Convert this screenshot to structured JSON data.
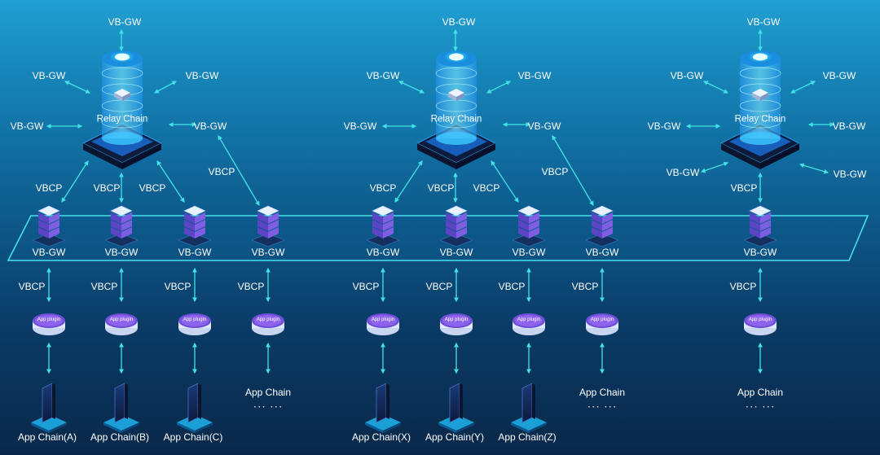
{
  "labels": {
    "vb_gw": "VB-GW",
    "vbcp": "VBCP",
    "relay_chain": "Relay Chain",
    "app_plugin": "App plugin",
    "app_chain": "App Chain",
    "ellipsis": "··· ···"
  },
  "groups": [
    {
      "relay": "Relay Chain",
      "gateways": [
        {
          "gw": "VB-GW",
          "vbcp": "VBCP",
          "plugin": "App plugin",
          "chain": "App Chain(A)",
          "device": true
        },
        {
          "gw": "VB-GW",
          "vbcp": "VBCP",
          "plugin": "App plugin",
          "chain": "App Chain(B)",
          "device": true
        },
        {
          "gw": "VB-GW",
          "vbcp": "VBCP",
          "plugin": "App plugin",
          "chain": "App Chain(C)",
          "device": true
        },
        {
          "gw": "VB-GW",
          "vbcp": "VBCP",
          "plugin": "App plugin",
          "chain": "App Chain",
          "device": false,
          "more": "··· ···"
        }
      ]
    },
    {
      "relay": "Relay Chain",
      "gateways": [
        {
          "gw": "VB-GW",
          "vbcp": "VBCP",
          "plugin": "App plugin",
          "chain": "App Chain(X)",
          "device": true
        },
        {
          "gw": "VB-GW",
          "vbcp": "VBCP",
          "plugin": "App plugin",
          "chain": "App Chain(Y)",
          "device": true
        },
        {
          "gw": "VB-GW",
          "vbcp": "VBCP",
          "plugin": "App plugin",
          "chain": "App Chain(Z)",
          "device": true
        },
        {
          "gw": "VB-GW",
          "vbcp": "VBCP",
          "plugin": "App plugin",
          "chain": "App Chain",
          "device": false,
          "more": "··· ···"
        }
      ]
    },
    {
      "relay": "Relay Chain",
      "gateways": [
        {
          "gw": "VB-GW",
          "vbcp": "VBCP",
          "plugin": "App plugin",
          "chain": "App Chain",
          "device": false,
          "more": "··· ···"
        }
      ]
    }
  ]
}
